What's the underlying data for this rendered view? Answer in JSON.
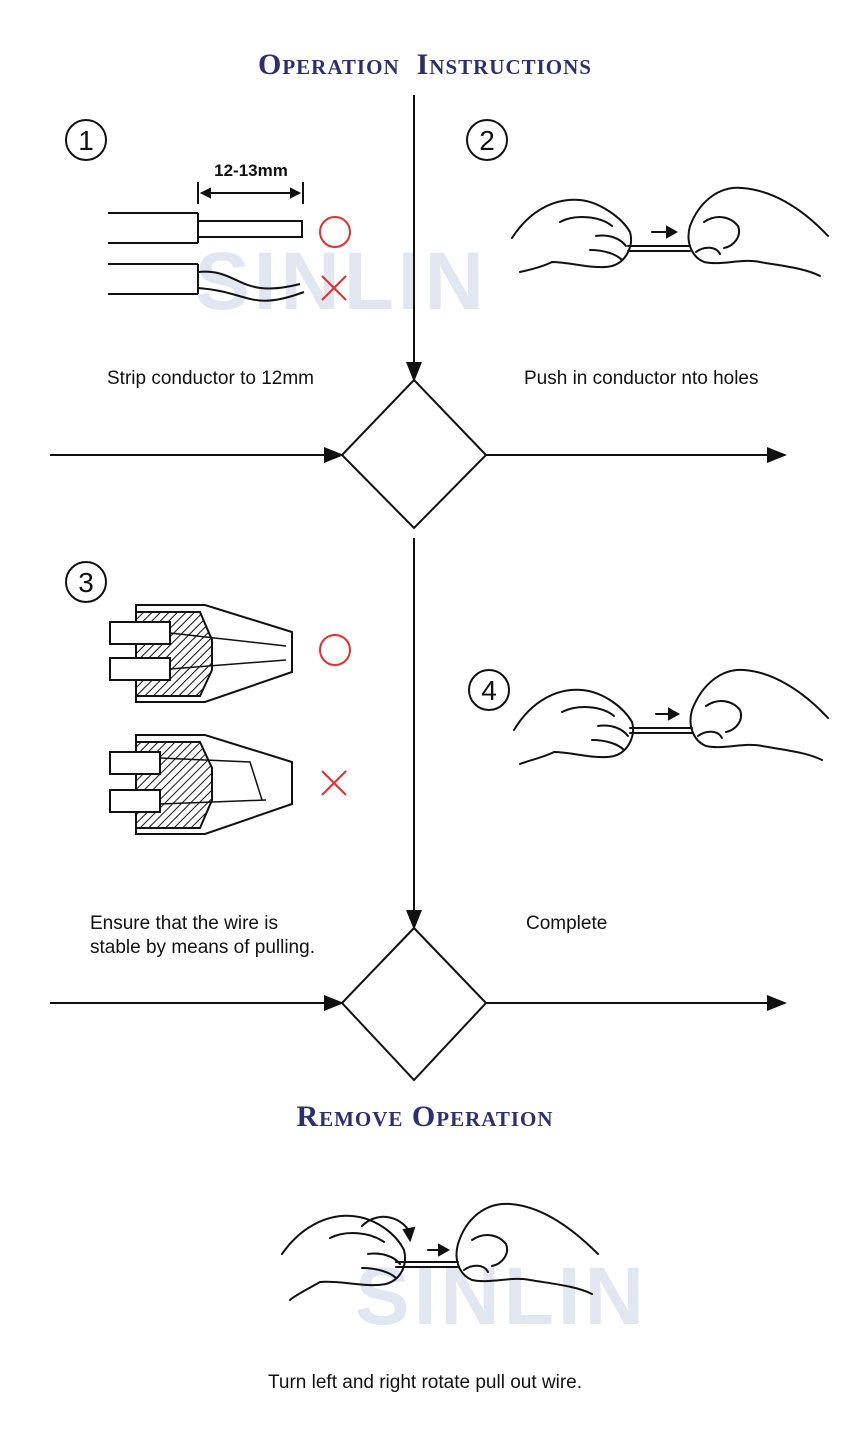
{
  "header": {
    "title": "Operation  Instructions"
  },
  "steps": [
    {
      "number": "1",
      "caption": "Strip conductor to 12mm",
      "dimension": "12-13mm"
    },
    {
      "number": "2",
      "caption": "Push in conductor nto holes"
    },
    {
      "number": "3",
      "caption_line1": "Ensure that the wire is",
      "caption_line2": "stable by means of pulling."
    },
    {
      "number": "4",
      "caption": "Complete"
    }
  ],
  "remove": {
    "title": "Remove Operation",
    "caption": "Turn left and right rotate pull out wire."
  },
  "watermark": "SINLIN",
  "colors": {
    "title": "#2b2f6e",
    "correct": "#e03030",
    "wrong": "#e03030",
    "line": "#111111"
  },
  "icons": [
    "correct-circle-icon",
    "wrong-cross-icon",
    "hand-icon",
    "arrow-icon"
  ]
}
